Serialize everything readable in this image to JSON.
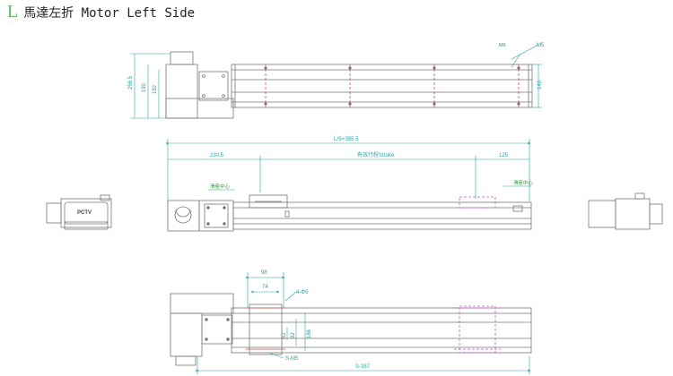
{
  "header": {
    "letter": "L",
    "title": "馬達左折  Motor Left Side",
    "accent_color": "#5cb85c"
  },
  "dimensions": {
    "top_height_total": "256.5",
    "top_height_a": "190",
    "top_height_b": "182",
    "top_right_small": "M6",
    "top_right_tap": "M5",
    "top_right_height": "140",
    "overall_length": "L/S+355.5",
    "left_offset": "230.5",
    "stroke": "有效行程Stroke",
    "right_offset": "125",
    "slider_left": "滑座中心",
    "slider_right": "滑座中心",
    "bottom_w1": "98",
    "bottom_w2": "74",
    "bottom_holes": "4-Φ5",
    "bottom_h1": "62",
    "bottom_h2": "92",
    "bottom_h3": "186",
    "bottom_rail": "S-M5",
    "bottom_length": "S-387",
    "motor_brand": "PCTV"
  },
  "colors": {
    "line": "#777777",
    "dim": "#2aa1a1",
    "red": "#d9534f",
    "magenta": "#c85ac8",
    "green": "#2a9f3a"
  }
}
